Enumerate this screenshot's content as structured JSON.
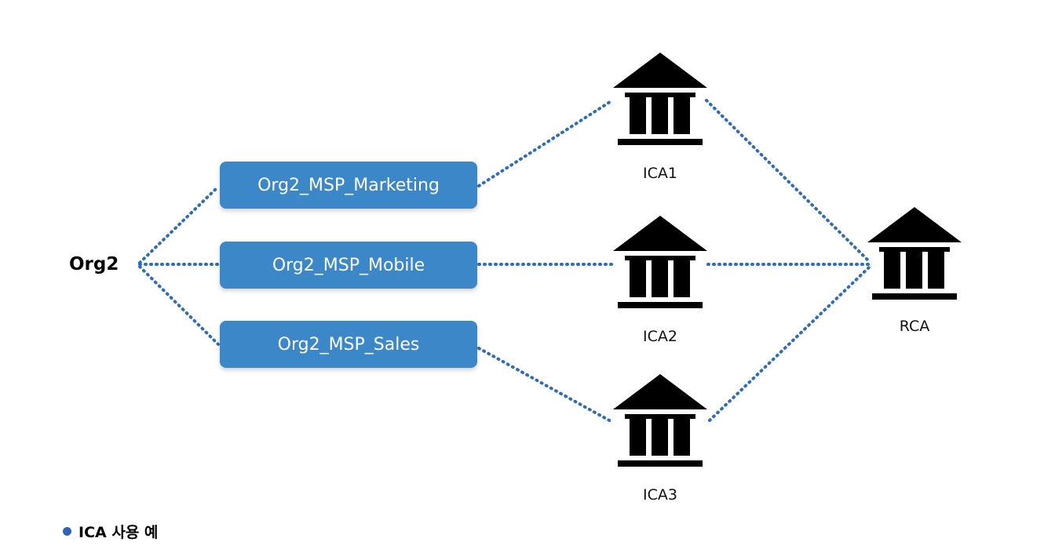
{
  "org": {
    "label": "Org2"
  },
  "msps": [
    {
      "label": "Org2_MSP_Marketing"
    },
    {
      "label": "Org2_MSP_Mobile"
    },
    {
      "label": "Org2_MSP_Sales"
    }
  ],
  "cas": {
    "ica1": {
      "label": "ICA1"
    },
    "ica2": {
      "label": "ICA2"
    },
    "ica3": {
      "label": "ICA3"
    },
    "rca": {
      "label": "RCA"
    }
  },
  "caption": {
    "text": "ICA 사용 예"
  },
  "colors": {
    "msp_box": "#3b87c8",
    "dotted_link": "#2f6db8",
    "bullet": "#2f63b3",
    "bank_icon": "#000000"
  },
  "icons": {
    "ca": "bank-building-icon",
    "caption_bullet": "bullet-dot-icon"
  }
}
